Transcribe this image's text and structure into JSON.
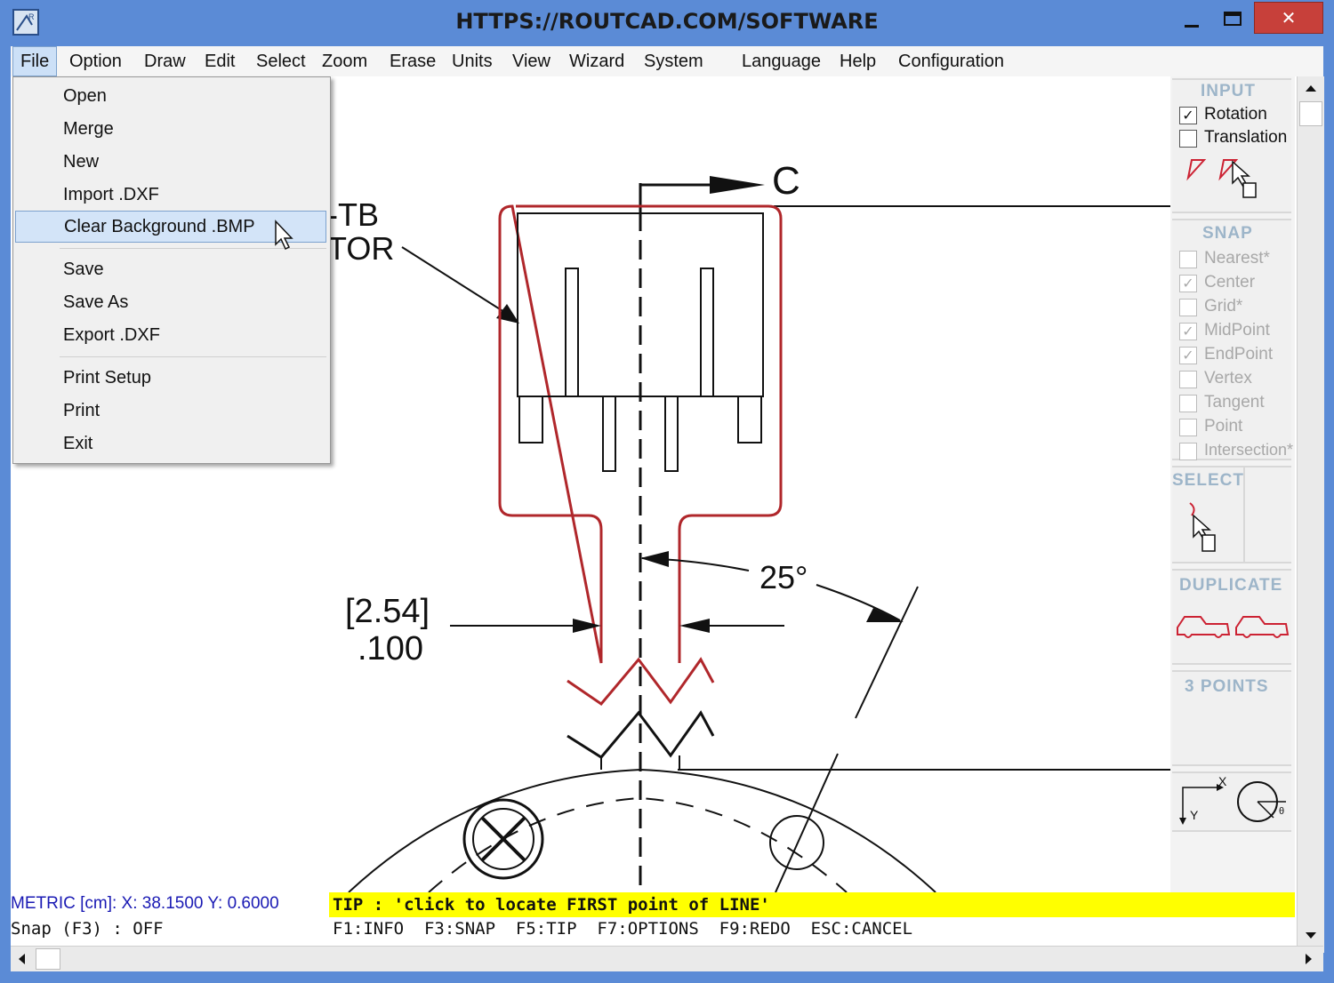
{
  "window": {
    "title": "HTTPS://ROUTCAD.COM/SOFTWARE",
    "close_label": "✕"
  },
  "menubar": {
    "items": [
      {
        "label": "File"
      },
      {
        "label": "Option"
      },
      {
        "label": "Draw"
      },
      {
        "label": "Edit"
      },
      {
        "label": "Select"
      },
      {
        "label": "Zoom"
      },
      {
        "label": "Erase"
      },
      {
        "label": "Units"
      },
      {
        "label": "View"
      },
      {
        "label": "Wizard"
      },
      {
        "label": "System"
      },
      {
        "label": "Language"
      },
      {
        "label": "Help"
      },
      {
        "label": "Configuration"
      }
    ]
  },
  "file_menu": {
    "items": [
      {
        "label": "Open"
      },
      {
        "label": "Merge"
      },
      {
        "label": "New"
      },
      {
        "label": "Import .DXF"
      },
      {
        "label": "Clear Background .BMP",
        "highlighted": true
      },
      {
        "label": "Save"
      },
      {
        "label": "Save As"
      },
      {
        "label": "Export .DXF"
      },
      {
        "label": "Print Setup"
      },
      {
        "label": "Print"
      },
      {
        "label": "Exit"
      }
    ]
  },
  "drawing": {
    "section_marker": "C",
    "label_part_1": "-TB",
    "label_part_2": "TOR",
    "angle_label": "25°",
    "dim_metric": "[2.54]",
    "dim_imperial": ".100"
  },
  "panel": {
    "input": {
      "title": "INPUT",
      "options": [
        {
          "label": "Rotation",
          "checked": true
        },
        {
          "label": "Translation",
          "checked": false
        }
      ]
    },
    "snap": {
      "title": "SNAP",
      "options": [
        {
          "label": "Nearest*",
          "checked": false
        },
        {
          "label": "Center",
          "checked": true
        },
        {
          "label": "Grid*",
          "checked": false
        },
        {
          "label": "MidPoint",
          "checked": true
        },
        {
          "label": "EndPoint",
          "checked": true
        },
        {
          "label": "Vertex",
          "checked": false
        },
        {
          "label": "Tangent",
          "checked": false
        },
        {
          "label": "Point",
          "checked": false
        },
        {
          "label": "Intersection*",
          "checked": false
        }
      ]
    },
    "select": {
      "title": "SELECT"
    },
    "duplicate": {
      "title": "DUPLICATE"
    },
    "three_points": {
      "title": "3 POINTS"
    },
    "axes": {
      "x_label": "X",
      "y_label": "Y",
      "theta_label": "θ"
    }
  },
  "status": {
    "coordinates": "METRIC [cm]: X: 38.1500  Y: 0.6000",
    "snap_state": "Snap (F3) : OFF",
    "tip": "TIP : 'click to locate FIRST point of LINE'",
    "shortcuts": "F1:INFO  F3:SNAP  F5:TIP  F7:OPTIONS  F9:REDO  ESC:CANCEL"
  },
  "colors": {
    "window_frame": "#5b8bd6",
    "close_button": "#c7403a",
    "tip_background": "#ffff00",
    "outline_red": "#b0272b",
    "coord_text": "#1a1ab4"
  }
}
